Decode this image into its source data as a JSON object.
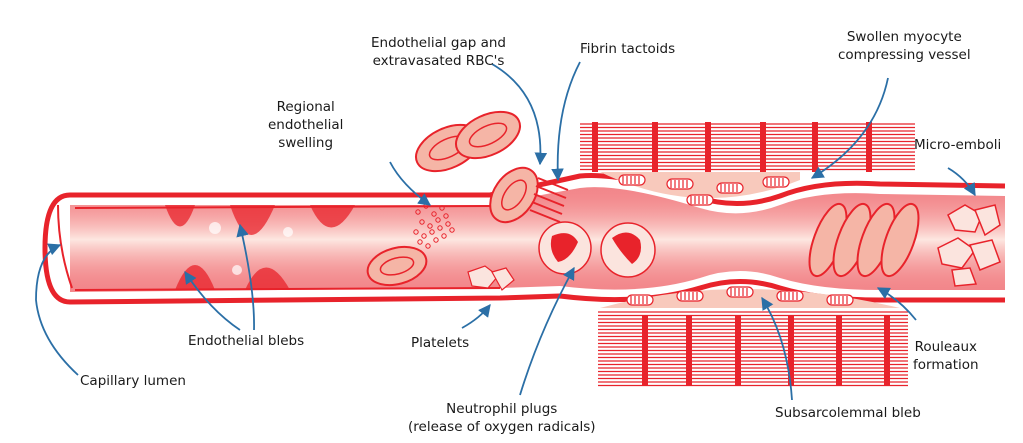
{
  "labels": {
    "endothelial_gap": [
      "Endothelial gap and",
      "extravasated RBC's"
    ],
    "fibrin_tactoids": [
      "Fibrin tactoids"
    ],
    "swollen_myocyte": [
      "Swollen myocyte",
      "compressing vessel"
    ],
    "regional_swelling": [
      "Regional",
      "endothelial",
      "swelling"
    ],
    "micro_emboli": [
      "Micro-emboli"
    ],
    "endothelial_blebs": [
      "Endothelial blebs"
    ],
    "platelets": [
      "Platelets"
    ],
    "rouleaux": [
      "Rouleaux",
      "formation"
    ],
    "capillary_lumen": [
      "Capillary lumen"
    ],
    "neutrophil_plugs": [
      "Neutrophil plugs",
      "(release of oxygen radicals)"
    ],
    "subsarcolemmal_bleb": [
      "Subsarcolemmal bleb"
    ]
  },
  "colors": {
    "vessel_red": "#e8232b",
    "lumen_pink": "#f8c9bc",
    "rbc_fill": "#f5b5a6",
    "arrow_blue": "#2b6fa6",
    "text": "#1a1a1a"
  }
}
